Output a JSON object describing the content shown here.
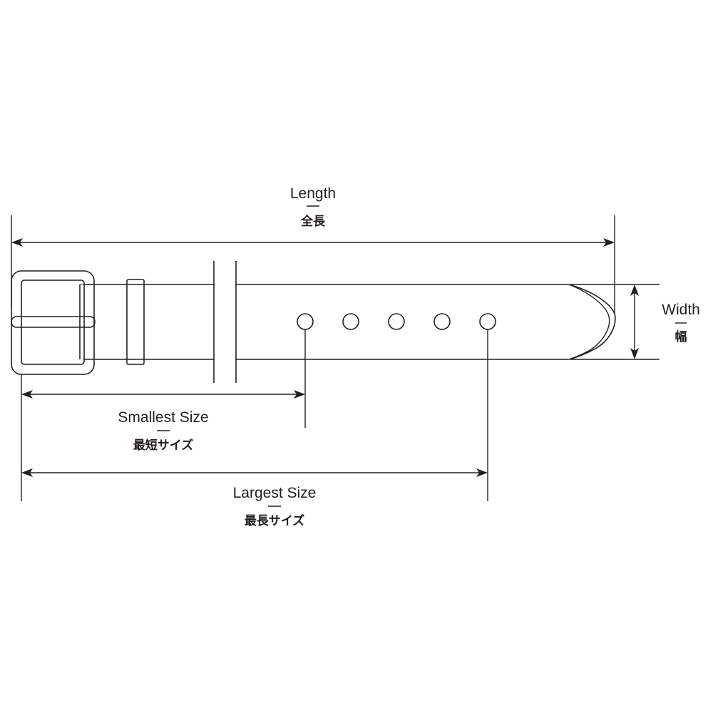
{
  "labels": {
    "length": {
      "en": "Length",
      "jp": "全長"
    },
    "width": {
      "en": "Width",
      "jp": "幅"
    },
    "smallest": {
      "en": "Smallest Size",
      "jp": "最短サイズ"
    },
    "largest": {
      "en": "Largest Size",
      "jp": "最長サイズ"
    }
  },
  "belt": {
    "hole_count": 5
  },
  "colors": {
    "line": "#231f20",
    "background": "#ffffff"
  }
}
